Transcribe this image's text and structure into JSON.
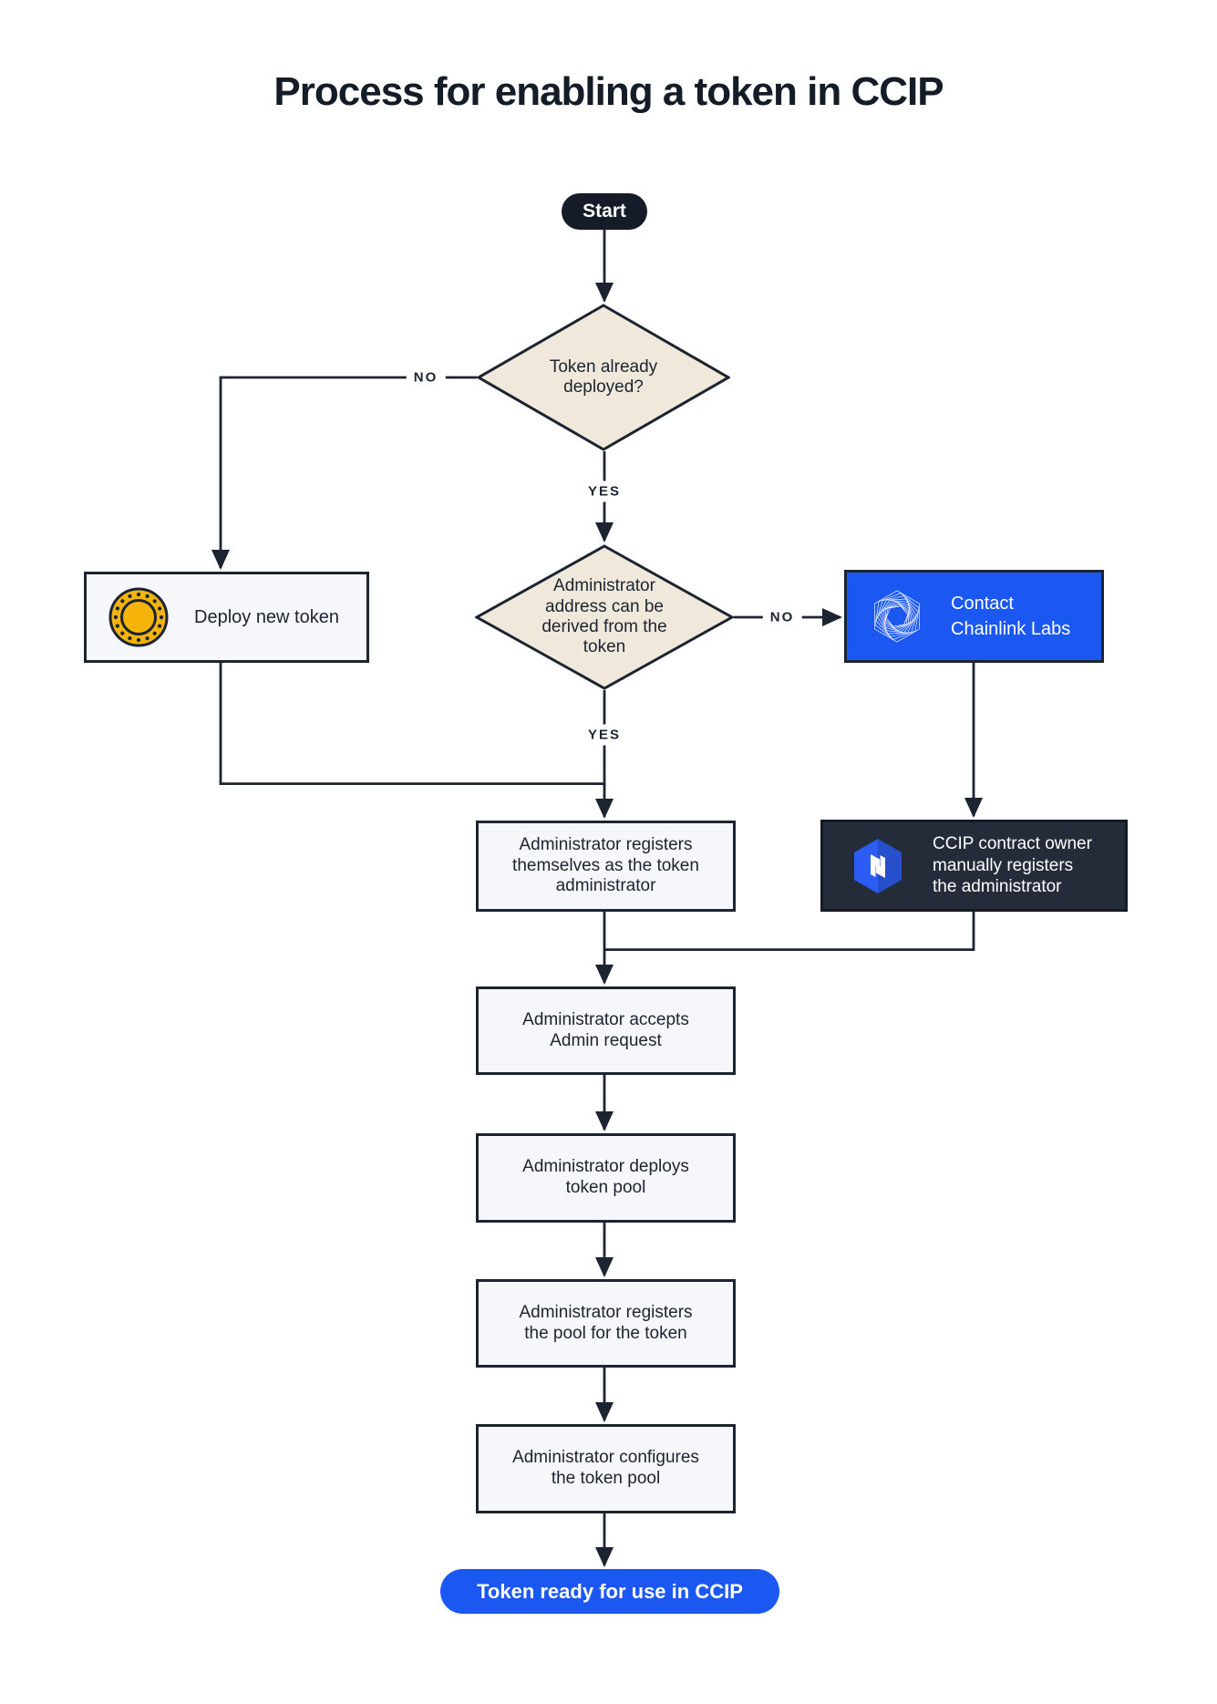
{
  "title": "Process for enabling a token in CCIP",
  "colors": {
    "ink": "#1b2430",
    "beige": "#f0e9db",
    "light": "#f5f7fb",
    "blue": "#1b58f2",
    "dark-panel": "#242c3a",
    "gold": "#f5b40a"
  },
  "nodes": {
    "start": {
      "label": "Start"
    },
    "token_deployed": {
      "lines": [
        "Token already",
        "deployed?"
      ]
    },
    "deploy_new_token": {
      "label": "Deploy new token",
      "icon": "coin-icon"
    },
    "admin_derived": {
      "lines": [
        "Administrator",
        "address can be",
        "derived from the",
        "token"
      ]
    },
    "contact_chainlink": {
      "lines": [
        "Contact",
        "Chainlink Labs"
      ],
      "icon": "chainlink-labs-icon"
    },
    "ccip_owner_registers": {
      "lines": [
        "CCIP contract owner",
        "manually registers",
        "the administrator"
      ],
      "icon": "ccip-icon"
    },
    "admin_registers": {
      "lines": [
        "Administrator registers",
        "themselves as the token",
        "administrator"
      ]
    },
    "admin_accepts": {
      "lines": [
        "Administrator accepts",
        "Admin request"
      ]
    },
    "admin_deploys_pool": {
      "lines": [
        "Administrator deploys",
        "token pool"
      ]
    },
    "admin_registers_pool": {
      "lines": [
        "Administrator registers",
        "the pool for the token"
      ]
    },
    "admin_configures_pool": {
      "lines": [
        "Administrator configures",
        "the token pool"
      ]
    },
    "token_ready": {
      "label": "Token ready for use in CCIP"
    }
  },
  "edges": {
    "token_deployed_no": "NO",
    "token_deployed_yes": "YES",
    "admin_derived_no": "NO",
    "admin_derived_yes": "YES"
  }
}
